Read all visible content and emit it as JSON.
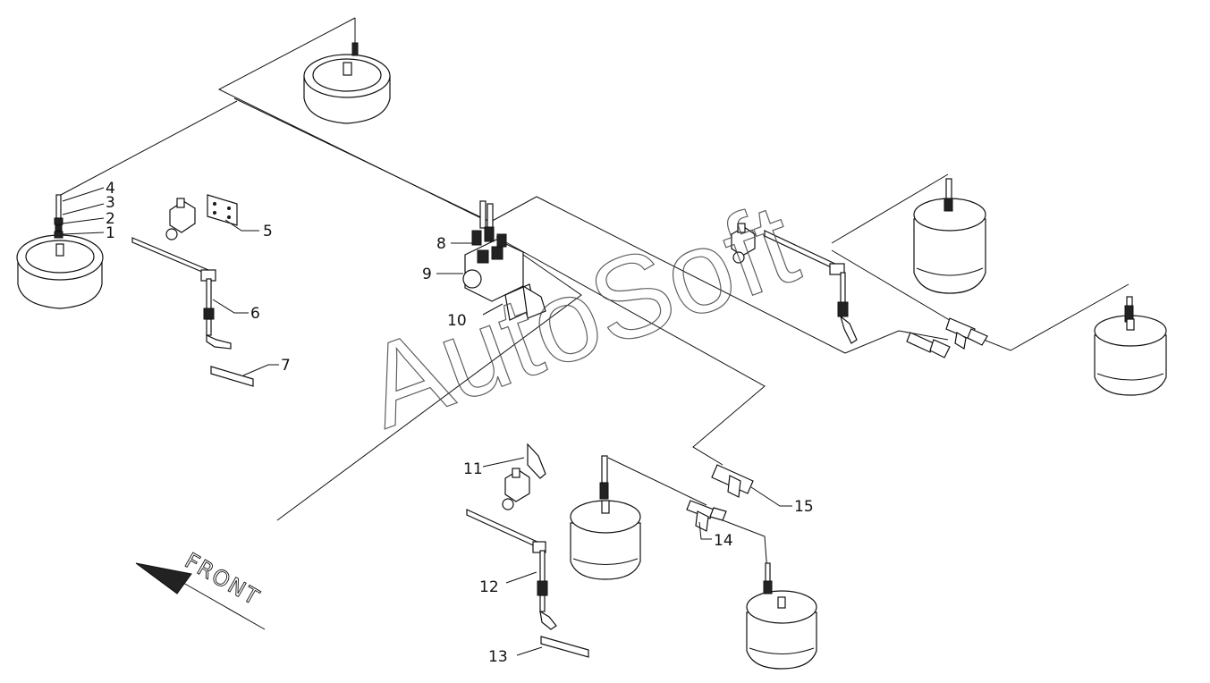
{
  "callouts": [
    "1",
    "2",
    "3",
    "4",
    "5",
    "6",
    "7",
    "8",
    "9",
    "10",
    "11",
    "12",
    "13",
    "14",
    "15"
  ],
  "direction_label": "FRONT",
  "watermark": "AutoSoft"
}
